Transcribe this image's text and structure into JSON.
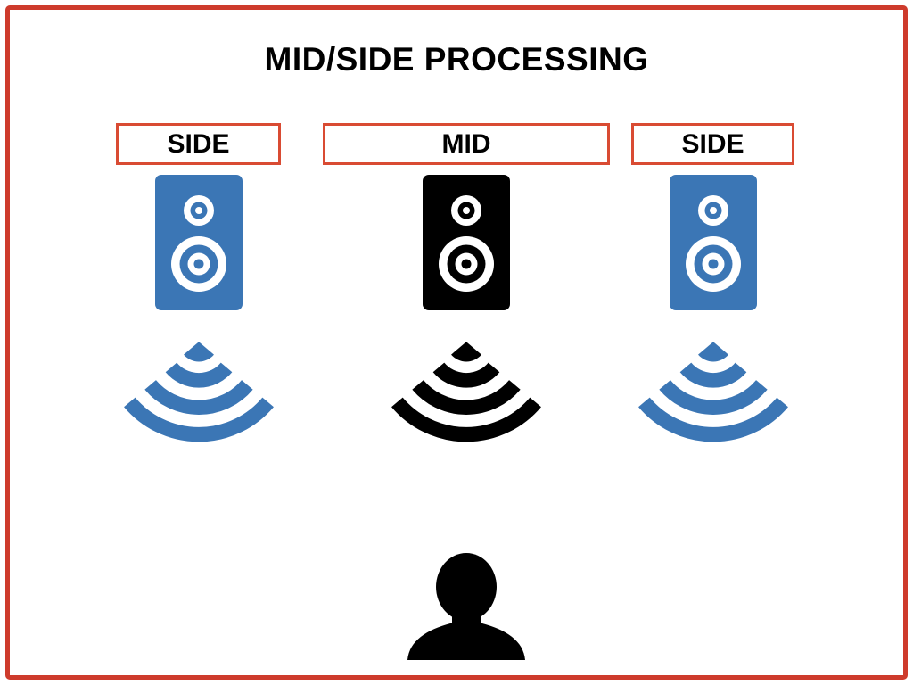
{
  "title": "MID/SIDE PROCESSING",
  "colors": {
    "background": "#ffffff",
    "frame_border": "#ce3b2c",
    "label_border": "#d94b33",
    "label_text": "#000000",
    "side_channel": "#3b76b5",
    "mid_channel": "#000000",
    "listener": "#000000"
  },
  "channels": [
    {
      "id": "side-left",
      "label": "SIDE",
      "color": "#3b76b5",
      "icons": [
        "speaker-icon",
        "sound-waves-icon"
      ]
    },
    {
      "id": "mid",
      "label": "MID",
      "color": "#000000",
      "icons": [
        "speaker-icon",
        "sound-waves-icon"
      ]
    },
    {
      "id": "side-right",
      "label": "SIDE",
      "color": "#3b76b5",
      "icons": [
        "speaker-icon",
        "sound-waves-icon"
      ]
    }
  ],
  "listener": {
    "icon": "person-silhouette-icon",
    "color": "#000000"
  }
}
